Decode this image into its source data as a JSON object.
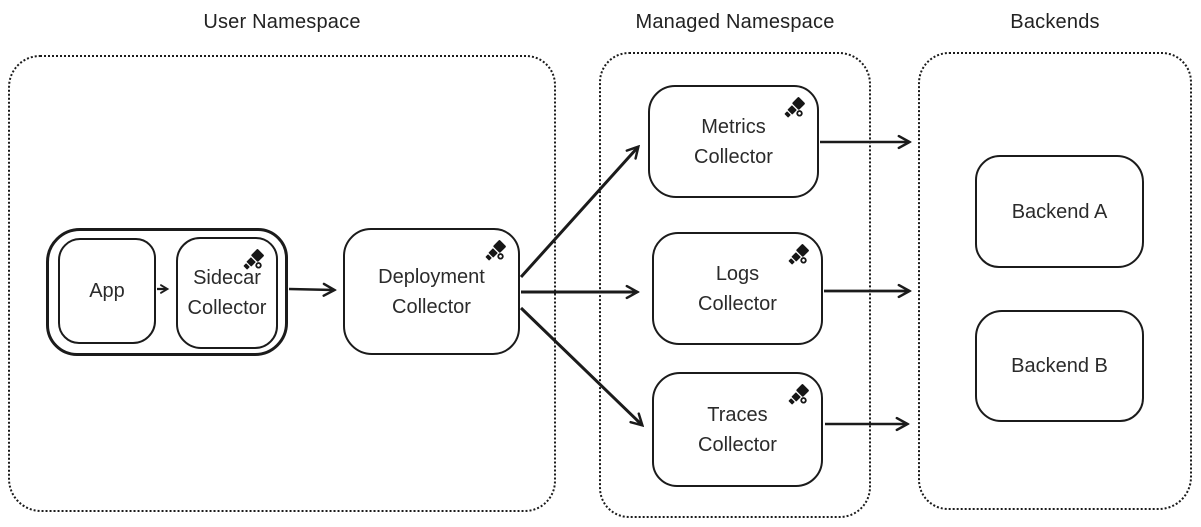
{
  "diagram": {
    "title_font_hint": "hand-drawn rounded sans diagram",
    "groups": {
      "user_namespace": {
        "title": "User Namespace"
      },
      "managed_namespace": {
        "title": "Managed Namespace"
      },
      "backends": {
        "title": "Backends"
      }
    },
    "nodes": {
      "app": {
        "label": "App"
      },
      "sidecar_collector": {
        "label": "Sidecar Collector",
        "icon": "telescope-icon"
      },
      "deployment_collector": {
        "label": "Deployment Collector",
        "icon": "telescope-icon"
      },
      "metrics_collector": {
        "label": "Metrics Collector",
        "icon": "telescope-icon"
      },
      "logs_collector": {
        "label": "Logs Collector",
        "icon": "telescope-icon"
      },
      "traces_collector": {
        "label": "Traces Collector",
        "icon": "telescope-icon"
      },
      "backend_a": {
        "label": "Backend A"
      },
      "backend_b": {
        "label": "Backend B"
      }
    },
    "edges": [
      {
        "from": "app",
        "to": "sidecar_collector"
      },
      {
        "from": "sidecar_collector",
        "to": "deployment_collector"
      },
      {
        "from": "deployment_collector",
        "to": "metrics_collector"
      },
      {
        "from": "deployment_collector",
        "to": "logs_collector"
      },
      {
        "from": "deployment_collector",
        "to": "traces_collector"
      },
      {
        "from": "metrics_collector",
        "to": "backends"
      },
      {
        "from": "logs_collector",
        "to": "backends"
      },
      {
        "from": "traces_collector",
        "to": "backends"
      }
    ],
    "colors": {
      "stroke": "#1b1b1b",
      "text": "#2b2b2b",
      "background": "#ffffff"
    }
  }
}
